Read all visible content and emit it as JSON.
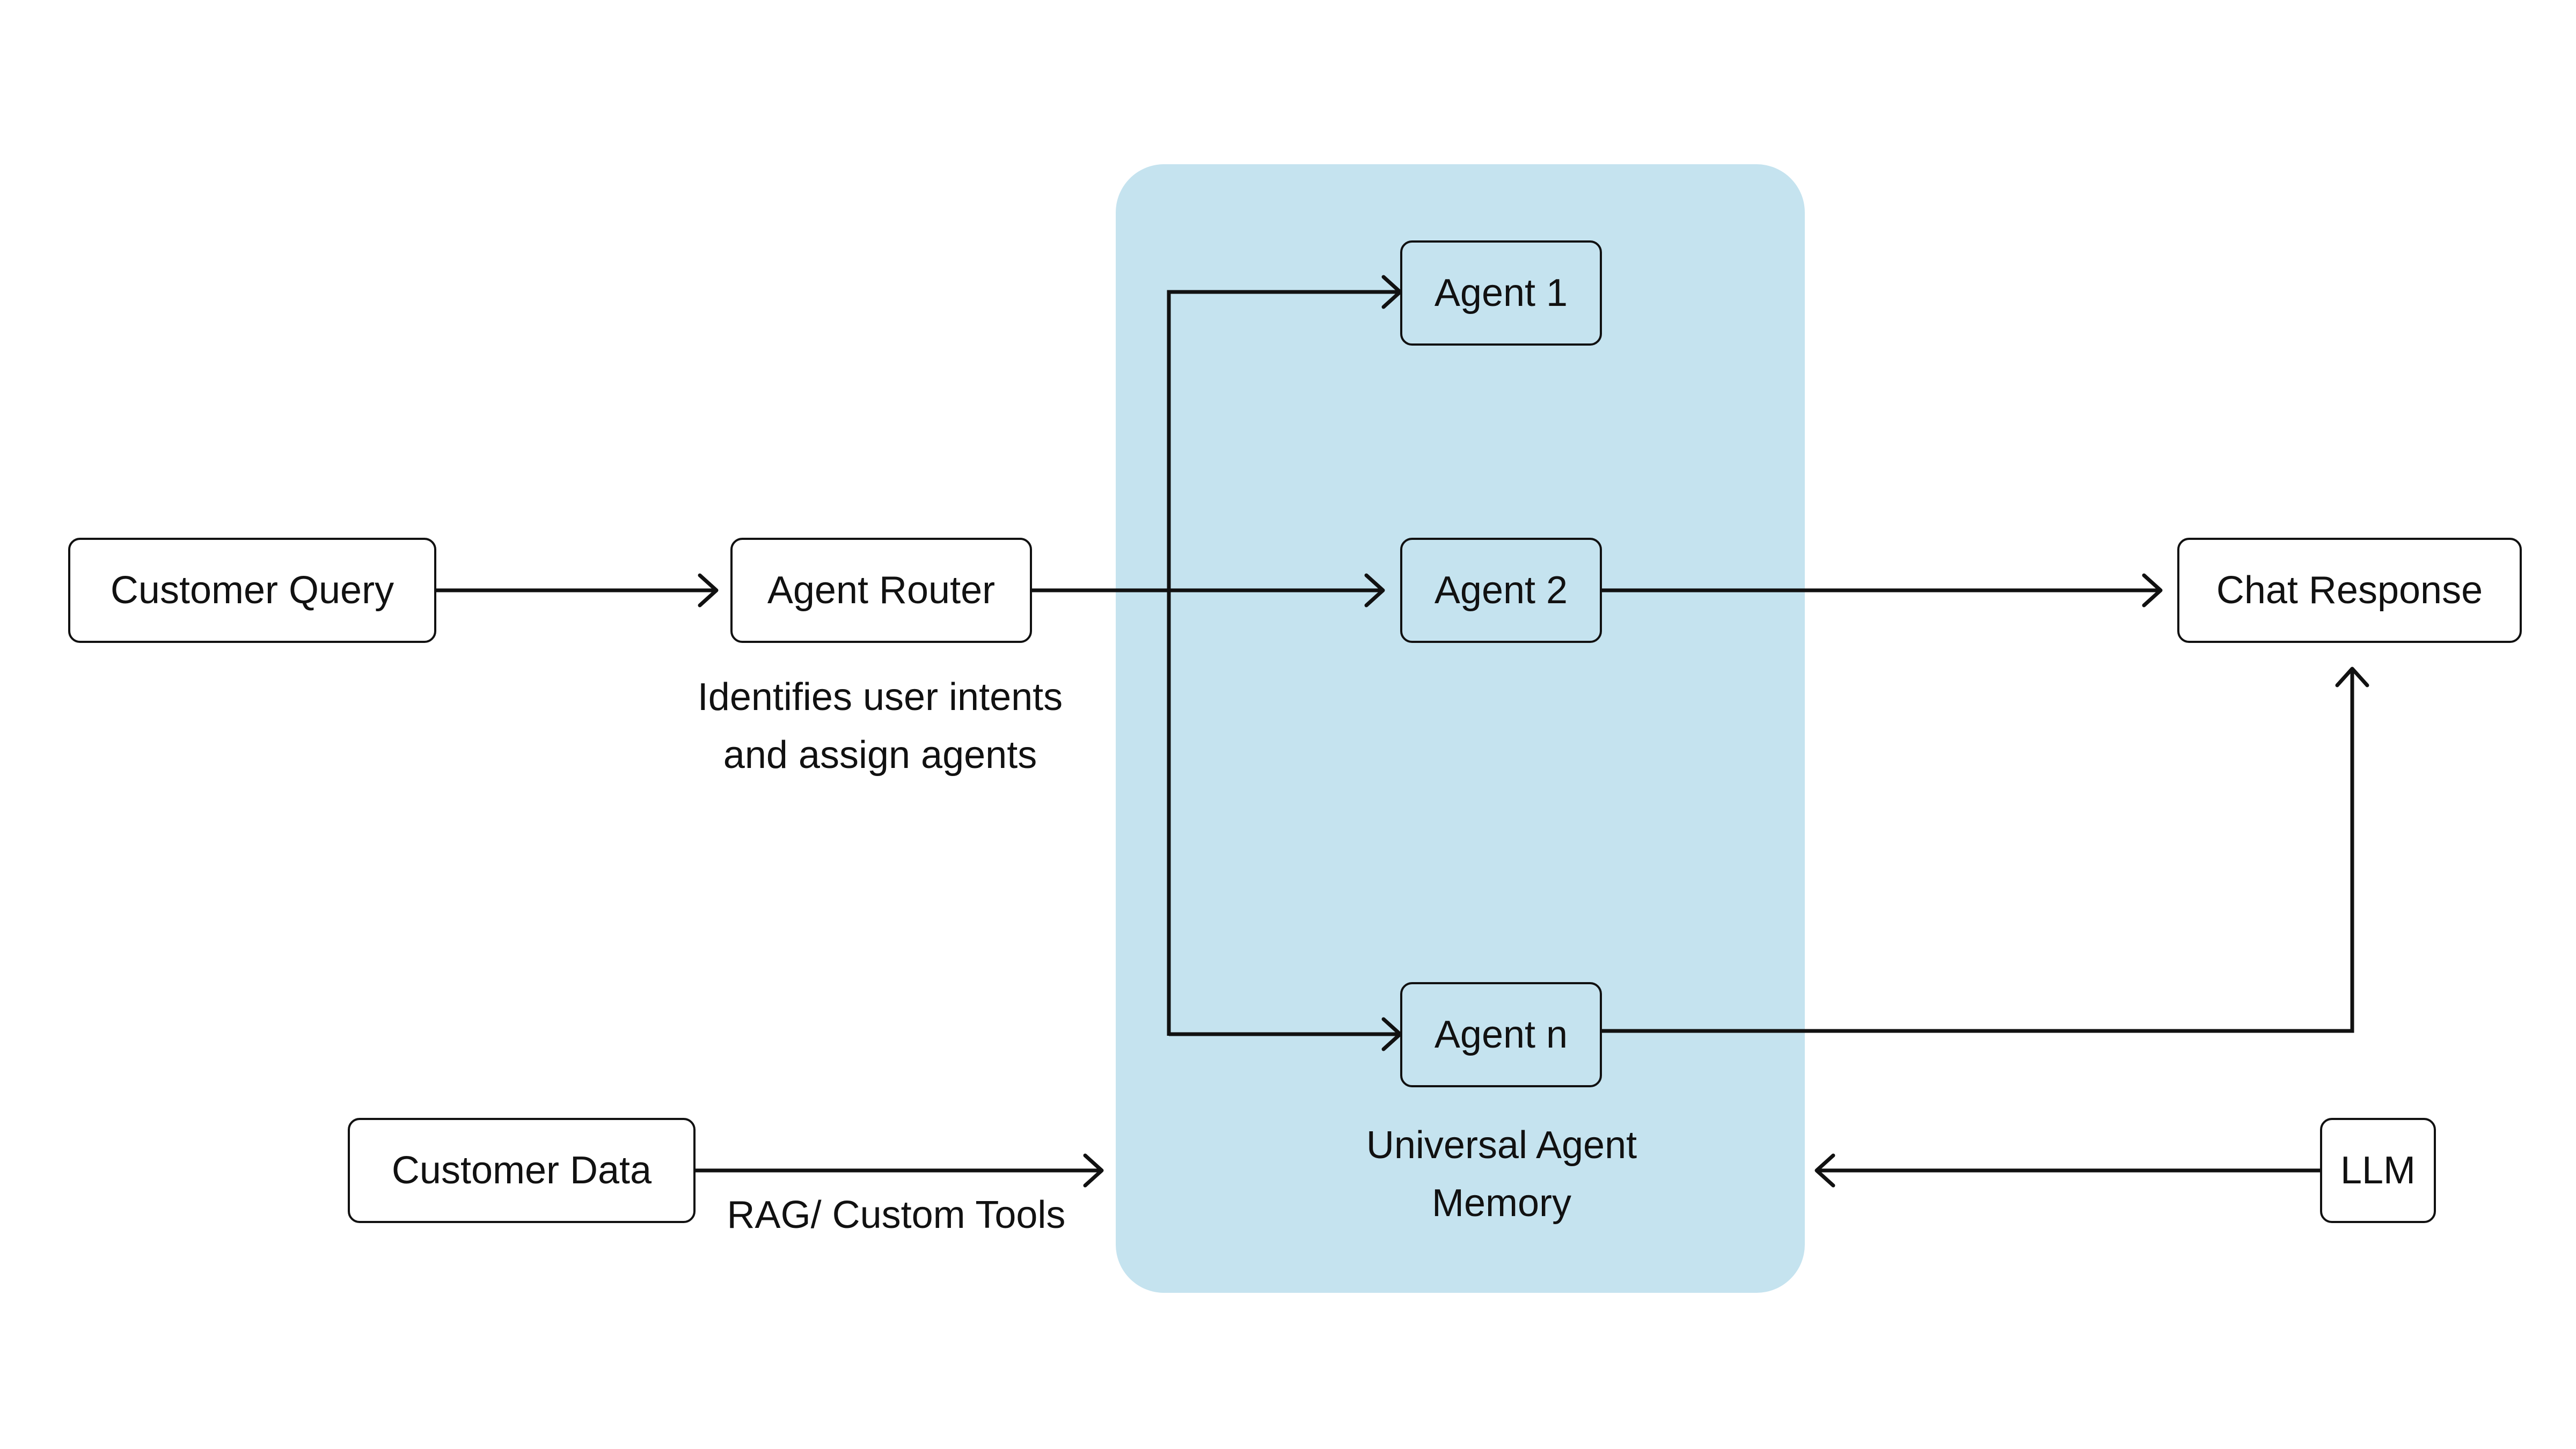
{
  "diagram": {
    "nodes": {
      "customer_query": "Customer Query",
      "agent_router": "Agent Router",
      "agent_1": "Agent 1",
      "agent_2": "Agent 2",
      "agent_n": "Agent n",
      "chat_response": "Chat Response",
      "customer_data": "Customer Data",
      "llm": "LLM"
    },
    "labels": {
      "router_note_line1": "Identifies user intents",
      "router_note_line2": "and assign agents",
      "memory_line1": "Universal Agent",
      "memory_line2": "Memory",
      "rag_tools": "RAG/ Custom Tools"
    },
    "colors": {
      "memory_panel": "#c5e3ef",
      "stroke": "#111111",
      "node_fill": "#ffffff"
    }
  }
}
